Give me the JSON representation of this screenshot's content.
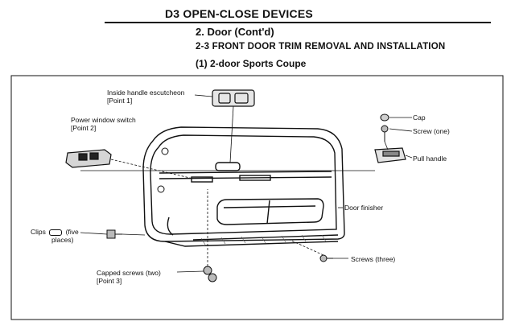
{
  "header": {
    "section_title": "D3 OPEN-CLOSE DEVICES",
    "subtitle": "2. Door (Cont'd)",
    "procedure_title": "2-3 FRONT DOOR TRIM REMOVAL AND INSTALLATION",
    "variant_title": "(1) 2-door Sports Coupe"
  },
  "callouts": {
    "inside_handle": {
      "line1": "Inside handle escutcheon",
      "line2": "[Point 1]"
    },
    "power_window": {
      "line1": "Power window switch",
      "line2": "[Point 2]"
    },
    "cap": {
      "line1": "Cap"
    },
    "screw_one": {
      "line1": "Screw (one)"
    },
    "pull_handle": {
      "line1": "Pull handle"
    },
    "door_finisher": {
      "line1": "Door finisher"
    },
    "clips": {
      "line1": "Clips",
      "line1b": "(five",
      "line2": "places)"
    },
    "capped_screws": {
      "line1": "Capped screws (two)",
      "line2": "[Point 3]"
    },
    "screws_three": {
      "line1": "Screws (three)"
    }
  }
}
